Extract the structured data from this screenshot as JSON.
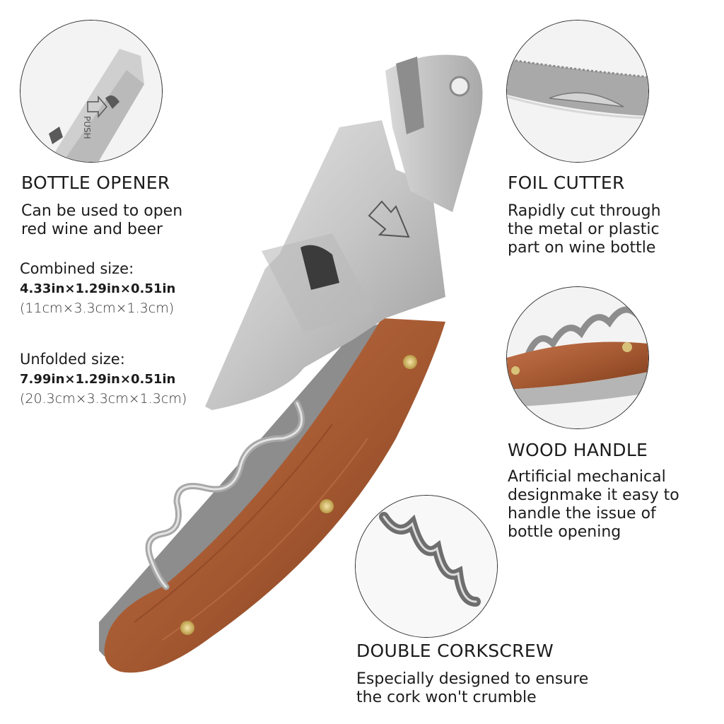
{
  "features": {
    "bottle_opener": {
      "title": "BOTTLE OPENER",
      "lines": [
        "Can be used to open",
        "red wine and beer"
      ],
      "badge_text": "PUSH"
    },
    "foil_cutter": {
      "title": "FOIL CUTTER",
      "lines": [
        "Rapidly cut through",
        "the metal or plastic",
        "part on wine bottle"
      ]
    },
    "wood_handle": {
      "title": "WOOD HANDLE",
      "lines": [
        "Artificial mechanical",
        "designmake it easy to",
        "handle the issue of",
        "bottle opening"
      ]
    },
    "double_corkscrew": {
      "title": "DOUBLE CORKSCREW",
      "lines": [
        "Especially designed to ensure",
        "the cork won't crumble"
      ]
    }
  },
  "specs": {
    "combined": {
      "label": "Combined size:",
      "inches": "4.33in×1.29in×0.51in",
      "cm": "(11cm×3.3cm×1.3cm)"
    },
    "unfolded": {
      "label": "Unfolded size:",
      "inches": "7.99in×1.29in×0.51in",
      "cm": "(20.3cm×3.3cm×1.3cm)"
    }
  },
  "colors": {
    "wood": "#a65a32",
    "wood_dark": "#7e3c1c",
    "steel": "#c9c9c9",
    "steel_dark": "#8d8d8d",
    "brass": "#d8c27a",
    "text": "#1c1c1c"
  }
}
